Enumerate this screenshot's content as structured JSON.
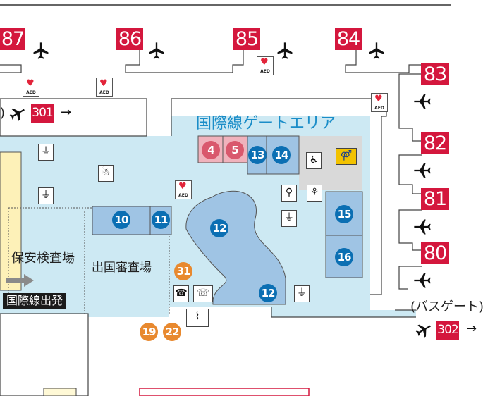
{
  "gates": [
    {
      "label": "87"
    },
    {
      "label": "86"
    },
    {
      "label": "85"
    },
    {
      "label": "84"
    },
    {
      "label": "83"
    },
    {
      "label": "82"
    },
    {
      "label": "81"
    },
    {
      "label": "80"
    }
  ],
  "routes": {
    "left": {
      "number": "301",
      "arrow": "→"
    },
    "right": {
      "number": "302",
      "arrow": "→"
    }
  },
  "aed_label": "AED",
  "labels": {
    "gate_area": "国際線ゲートエリア",
    "security": "保安検査場",
    "immigration": "出国審査場",
    "departure_sign": "国際線出発",
    "bus_gate": "(バスゲート)"
  },
  "shops": [
    {
      "number": "4"
    },
    {
      "number": "5"
    },
    {
      "number": "13"
    },
    {
      "number": "14"
    },
    {
      "number": "10"
    },
    {
      "number": "11"
    },
    {
      "number": "12"
    },
    {
      "number": "12"
    },
    {
      "number": "15"
    },
    {
      "number": "16"
    },
    {
      "number": "31"
    },
    {
      "number": "19"
    },
    {
      "number": "22"
    }
  ],
  "colors": {
    "gate_red": "#d4173d",
    "area_blue": "#cde9f3",
    "shop_blue": "#9fc4e4",
    "shop_pink": "#f0b2bc",
    "circle_blue": "#0b6fb3",
    "circle_orange": "#e8892f",
    "title_blue": "#1a8dc8",
    "restroom_yellow": "#f2c200"
  },
  "icons": [
    "airplane-icon",
    "aed-icon",
    "power-outlet-icon",
    "kids-play-icon",
    "nursing-room-icon",
    "restroom-icon",
    "drinking-fountain-icon",
    "water-tap-icon",
    "telephone-icon",
    "tty-phone-icon",
    "smoking-room-icon"
  ]
}
